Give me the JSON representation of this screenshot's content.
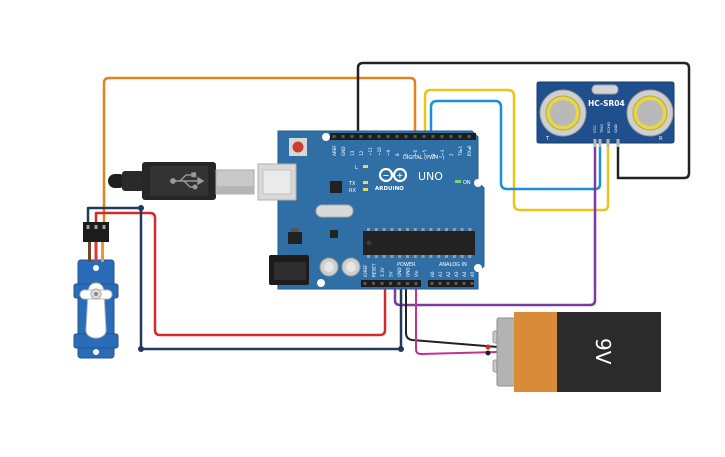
{
  "arduino": {
    "brand": "ARDUINO",
    "model": "UNO",
    "digital_label": "DIGITAL (PWM~)",
    "power_label": "POWER",
    "analog_label": "ANALOG IN",
    "tx_label": "TX",
    "rx_label": "RX",
    "l_label": "L",
    "on_label": "ON",
    "top_pins": [
      "AREF",
      "GND",
      "13",
      "12",
      "~11",
      "~10",
      "~9",
      "8",
      "7",
      "~6",
      "~5",
      "4",
      "~3",
      "2",
      "TX▸1",
      "RX◂0"
    ],
    "power_pins": [
      "IOREF",
      "RESET",
      "3.3V",
      "5V",
      "GND",
      "GND",
      "Vin"
    ],
    "analog_pins": [
      "A0",
      "A1",
      "A2",
      "A3",
      "A4",
      "A5"
    ],
    "colors": {
      "board": "#2f6fa6",
      "header": "#1d1d1d"
    }
  },
  "sensor": {
    "label": "HC-SR04",
    "pin_labels": [
      "VCC",
      "TRIG",
      "ECHO",
      "GND"
    ],
    "left_mark": "T",
    "right_mark": "R",
    "colors": {
      "board": "#1f4f8c",
      "transducer_ring": "#e7d64a"
    }
  },
  "battery": {
    "label": "9V",
    "colors": {
      "body": "#2b2b2b",
      "label": "#d98b3a"
    }
  },
  "wires": {
    "orange": "#e3821f",
    "black": "#222222",
    "red": "#d62a2a",
    "navy": "#1f3a5a",
    "yellow": "#ecc41c",
    "blue": "#1d8fd8",
    "purple": "#7b3aa0",
    "magenta": "#c2338f"
  }
}
